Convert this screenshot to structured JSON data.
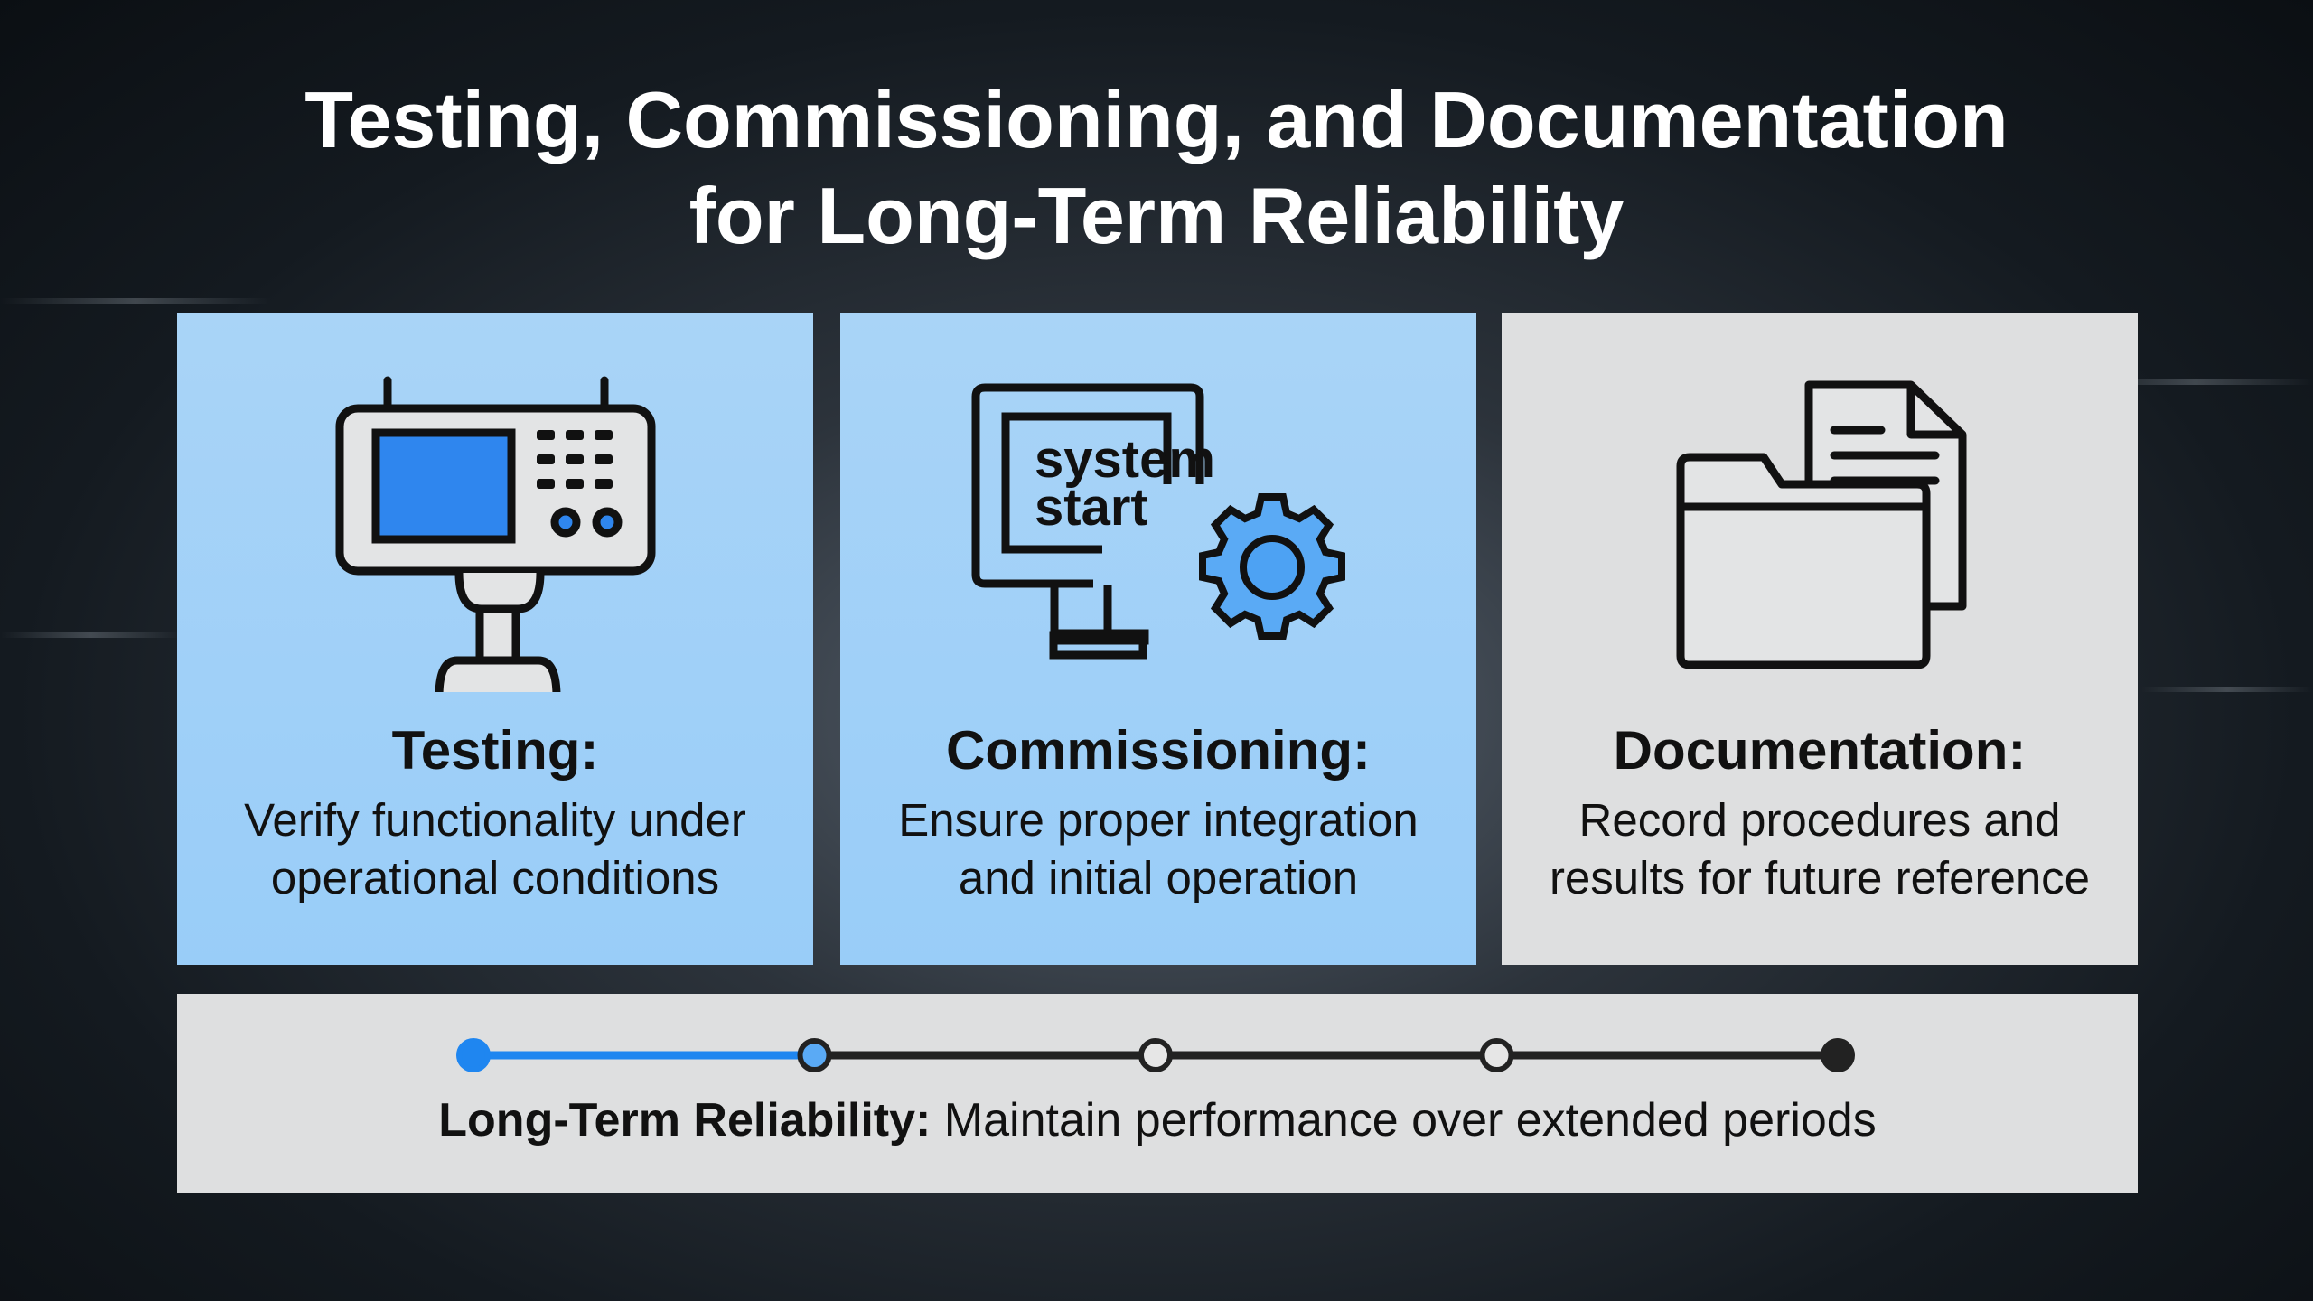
{
  "title": {
    "line1": "Testing, Commissioning, and Documentation",
    "line2": "for Long-Term Reliability"
  },
  "cards": [
    {
      "title": "Testing:",
      "desc1": "Verify functionality under",
      "desc2": "operational conditions",
      "icon": "test-equipment-icon"
    },
    {
      "title": "Commissioning:",
      "desc1": "Ensure proper integration",
      "desc2": "and initial operation",
      "icon": "monitor-gear-icon",
      "screen_line1": "system",
      "screen_line2": "start"
    },
    {
      "title": "Documentation:",
      "desc1": "Record procedures and",
      "desc2": "results for future reference",
      "icon": "folder-document-icon"
    }
  ],
  "timeline": {
    "label_bold": "Long-Term Reliability:",
    "label_rest": " Maintain performance over extended periods",
    "steps": 5,
    "progress": 0.25
  },
  "colors": {
    "accent": "#1f86f0",
    "card_blue": "#a0d0f8",
    "card_grey": "#dedfe0",
    "dark": "#222222"
  }
}
